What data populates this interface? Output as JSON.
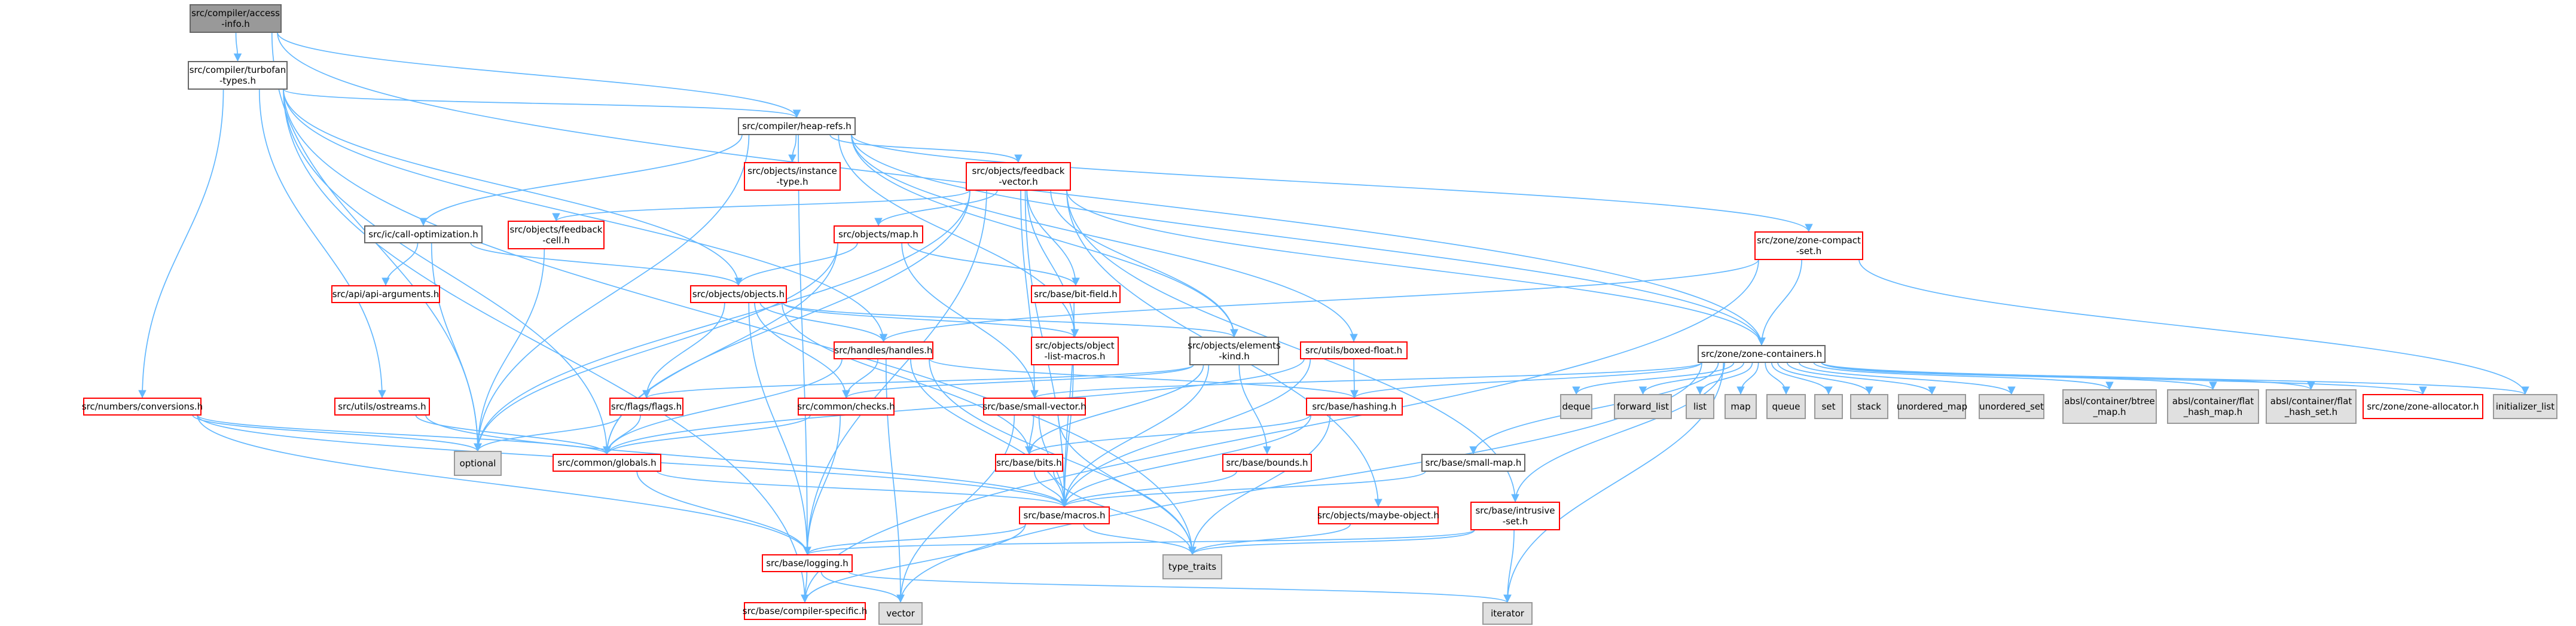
{
  "diagram": {
    "type": "include-dependency-graph",
    "colors": {
      "background": "#ffffff",
      "edge": "#63b8ff",
      "root_fill": "#999999",
      "root_border": "#666666",
      "local_fill": "#ffffff",
      "local_border": "#666666",
      "incomplete_fill": "#ffffff",
      "incomplete_border": "#ff0000",
      "system_fill": "#e0e0e0",
      "system_border": "#999999"
    },
    "nodes": [
      {
        "id": "access_info",
        "kind": "root",
        "lines": [
          "src/compiler/access",
          "-info.h"
        ]
      },
      {
        "id": "turbofan_types",
        "kind": "local",
        "lines": [
          "src/compiler/turbofan",
          "-types.h"
        ]
      },
      {
        "id": "heap_refs",
        "kind": "local",
        "lines": [
          "src/compiler/heap-refs.h"
        ]
      },
      {
        "id": "instance_type",
        "kind": "incomplete",
        "lines": [
          "src/objects/instance",
          "-type.h"
        ]
      },
      {
        "id": "feedback_vector",
        "kind": "incomplete",
        "lines": [
          "src/objects/feedback",
          "-vector.h"
        ]
      },
      {
        "id": "call_optimization",
        "kind": "local",
        "lines": [
          "src/ic/call-optimization.h"
        ]
      },
      {
        "id": "feedback_cell",
        "kind": "incomplete",
        "lines": [
          "src/objects/feedback",
          "-cell.h"
        ]
      },
      {
        "id": "map_h",
        "kind": "incomplete",
        "lines": [
          "src/objects/map.h"
        ]
      },
      {
        "id": "api_arguments",
        "kind": "incomplete",
        "lines": [
          "src/api/api-arguments.h"
        ]
      },
      {
        "id": "objects_h",
        "kind": "incomplete",
        "lines": [
          "src/objects/objects.h"
        ]
      },
      {
        "id": "bit_field",
        "kind": "incomplete",
        "lines": [
          "src/base/bit-field.h"
        ]
      },
      {
        "id": "zone_compact_set",
        "kind": "incomplete",
        "lines": [
          "src/zone/zone-compact",
          "-set.h"
        ]
      },
      {
        "id": "handles",
        "kind": "incomplete",
        "lines": [
          "src/handles/handles.h"
        ]
      },
      {
        "id": "object_list_macros",
        "kind": "incomplete",
        "lines": [
          "src/objects/object",
          "-list-macros.h"
        ]
      },
      {
        "id": "elements_kind",
        "kind": "local",
        "lines": [
          "src/objects/elements",
          "-kind.h"
        ]
      },
      {
        "id": "boxed_float",
        "kind": "incomplete",
        "lines": [
          "src/utils/boxed-float.h"
        ]
      },
      {
        "id": "zone_containers",
        "kind": "local",
        "lines": [
          "src/zone/zone-containers.h"
        ]
      },
      {
        "id": "numbers_conversions",
        "kind": "incomplete",
        "lines": [
          "src/numbers/conversions.h"
        ]
      },
      {
        "id": "ostreams",
        "kind": "incomplete",
        "lines": [
          "src/utils/ostreams.h"
        ]
      },
      {
        "id": "flags",
        "kind": "incomplete",
        "lines": [
          "src/flags/flags.h"
        ]
      },
      {
        "id": "checks",
        "kind": "incomplete",
        "lines": [
          "src/common/checks.h"
        ]
      },
      {
        "id": "small_vector",
        "kind": "incomplete",
        "lines": [
          "src/base/small-vector.h"
        ]
      },
      {
        "id": "hashing",
        "kind": "incomplete",
        "lines": [
          "src/base/hashing.h"
        ]
      },
      {
        "id": "deque",
        "kind": "system",
        "lines": [
          "deque"
        ]
      },
      {
        "id": "forward_list",
        "kind": "system",
        "lines": [
          "forward_list"
        ]
      },
      {
        "id": "list",
        "kind": "system",
        "lines": [
          "list"
        ]
      },
      {
        "id": "map",
        "kind": "system",
        "lines": [
          "map"
        ]
      },
      {
        "id": "queue",
        "kind": "system",
        "lines": [
          "queue"
        ]
      },
      {
        "id": "set",
        "kind": "system",
        "lines": [
          "set"
        ]
      },
      {
        "id": "stack",
        "kind": "system",
        "lines": [
          "stack"
        ]
      },
      {
        "id": "unordered_map",
        "kind": "system",
        "lines": [
          "unordered_map"
        ]
      },
      {
        "id": "unordered_set",
        "kind": "system",
        "lines": [
          "unordered_set"
        ]
      },
      {
        "id": "btree_map",
        "kind": "system",
        "lines": [
          "absl/container/btree",
          "_map.h"
        ]
      },
      {
        "id": "flat_hash_map",
        "kind": "system",
        "lines": [
          "absl/container/flat",
          "_hash_map.h"
        ]
      },
      {
        "id": "flat_hash_set",
        "kind": "system",
        "lines": [
          "absl/container/flat",
          "_hash_set.h"
        ]
      },
      {
        "id": "zone_allocator",
        "kind": "incomplete",
        "lines": [
          "src/zone/zone-allocator.h"
        ]
      },
      {
        "id": "initializer_list",
        "kind": "system",
        "lines": [
          "initializer_list"
        ]
      },
      {
        "id": "optional",
        "kind": "system",
        "lines": [
          "optional"
        ]
      },
      {
        "id": "globals",
        "kind": "incomplete",
        "lines": [
          "src/common/globals.h"
        ]
      },
      {
        "id": "bits",
        "kind": "incomplete",
        "lines": [
          "src/base/bits.h"
        ]
      },
      {
        "id": "bounds",
        "kind": "incomplete",
        "lines": [
          "src/base/bounds.h"
        ]
      },
      {
        "id": "small_map",
        "kind": "local",
        "lines": [
          "src/base/small-map.h"
        ]
      },
      {
        "id": "macros",
        "kind": "incomplete",
        "lines": [
          "src/base/macros.h"
        ]
      },
      {
        "id": "maybe_object",
        "kind": "incomplete",
        "lines": [
          "src/objects/maybe-object.h"
        ]
      },
      {
        "id": "intrusive_set",
        "kind": "incomplete",
        "lines": [
          "src/base/intrusive",
          "-set.h"
        ]
      },
      {
        "id": "type_traits",
        "kind": "system",
        "lines": [
          "type_traits"
        ]
      },
      {
        "id": "logging",
        "kind": "incomplete",
        "lines": [
          "src/base/logging.h"
        ]
      },
      {
        "id": "vector",
        "kind": "system",
        "lines": [
          "vector"
        ]
      },
      {
        "id": "iterator",
        "kind": "system",
        "lines": [
          "iterator"
        ]
      },
      {
        "id": "compiler_specific",
        "kind": "incomplete",
        "lines": [
          "src/base/compiler-specific.h"
        ]
      }
    ],
    "edges": [
      [
        "access_info",
        "turbofan_types"
      ],
      [
        "access_info",
        "heap_refs"
      ],
      [
        "access_info",
        "optional"
      ],
      [
        "access_info",
        "zone_containers"
      ],
      [
        "turbofan_types",
        "heap_refs"
      ],
      [
        "turbofan_types",
        "numbers_conversions"
      ],
      [
        "turbofan_types",
        "objects_h"
      ],
      [
        "turbofan_types",
        "ostreams"
      ],
      [
        "turbofan_types",
        "handles"
      ],
      [
        "turbofan_types",
        "globals"
      ],
      [
        "turbofan_types",
        "compiler_specific"
      ],
      [
        "turbofan_types",
        "type_traits"
      ],
      [
        "heap_refs",
        "instance_type"
      ],
      [
        "heap_refs",
        "feedback_vector"
      ],
      [
        "heap_refs",
        "call_optimization"
      ],
      [
        "heap_refs",
        "object_list_macros"
      ],
      [
        "heap_refs",
        "elements_kind"
      ],
      [
        "heap_refs",
        "boxed_float"
      ],
      [
        "heap_refs",
        "zone_compact_set"
      ],
      [
        "heap_refs",
        "optional"
      ],
      [
        "heap_refs",
        "logging"
      ],
      [
        "heap_refs",
        "zone_containers"
      ],
      [
        "feedback_vector",
        "feedback_cell"
      ],
      [
        "feedback_vector",
        "map_h"
      ],
      [
        "feedback_vector",
        "bit_field"
      ],
      [
        "feedback_vector",
        "elements_kind"
      ],
      [
        "feedback_vector",
        "object_list_macros"
      ],
      [
        "feedback_vector",
        "small_vector"
      ],
      [
        "feedback_vector",
        "macros"
      ],
      [
        "feedback_vector",
        "globals"
      ],
      [
        "feedback_vector",
        "optional"
      ],
      [
        "feedback_vector",
        "zone_containers"
      ],
      [
        "feedback_vector",
        "maybe_object"
      ],
      [
        "feedback_vector",
        "intrusive_set"
      ],
      [
        "feedback_vector",
        "logging"
      ],
      [
        "call_optimization",
        "api_arguments"
      ],
      [
        "call_optimization",
        "objects_h"
      ],
      [
        "call_optimization",
        "optional"
      ],
      [
        "feedback_cell",
        "optional"
      ],
      [
        "map_h",
        "objects_h"
      ],
      [
        "map_h",
        "bit_field"
      ],
      [
        "map_h",
        "small_vector"
      ],
      [
        "map_h",
        "globals"
      ],
      [
        "map_h",
        "optional"
      ],
      [
        "objects_h",
        "handles"
      ],
      [
        "objects_h",
        "object_list_macros"
      ],
      [
        "objects_h",
        "elements_kind"
      ],
      [
        "objects_h",
        "flags"
      ],
      [
        "objects_h",
        "checks"
      ],
      [
        "objects_h",
        "bits"
      ],
      [
        "objects_h",
        "logging"
      ],
      [
        "bit_field",
        "macros"
      ],
      [
        "zone_compact_set",
        "zone_containers"
      ],
      [
        "zone_compact_set",
        "handles"
      ],
      [
        "zone_compact_set",
        "initializer_list"
      ],
      [
        "zone_compact_set",
        "compiler_specific"
      ],
      [
        "handles",
        "checks"
      ],
      [
        "handles",
        "globals"
      ],
      [
        "handles",
        "macros"
      ],
      [
        "handles",
        "hashing"
      ],
      [
        "handles",
        "vector"
      ],
      [
        "handles",
        "type_traits"
      ],
      [
        "object_list_macros",
        "macros"
      ],
      [
        "elements_kind",
        "checks"
      ],
      [
        "elements_kind",
        "flags"
      ],
      [
        "elements_kind",
        "bounds"
      ],
      [
        "elements_kind",
        "bits"
      ],
      [
        "elements_kind",
        "macros"
      ],
      [
        "boxed_float",
        "hashing"
      ],
      [
        "boxed_float",
        "globals"
      ],
      [
        "boxed_float",
        "macros"
      ],
      [
        "zone_containers",
        "deque"
      ],
      [
        "zone_containers",
        "forward_list"
      ],
      [
        "zone_containers",
        "list"
      ],
      [
        "zone_containers",
        "map"
      ],
      [
        "zone_containers",
        "queue"
      ],
      [
        "zone_containers",
        "set"
      ],
      [
        "zone_containers",
        "stack"
      ],
      [
        "zone_containers",
        "unordered_map"
      ],
      [
        "zone_containers",
        "unordered_set"
      ],
      [
        "zone_containers",
        "btree_map"
      ],
      [
        "zone_containers",
        "flat_hash_map"
      ],
      [
        "zone_containers",
        "flat_hash_set"
      ],
      [
        "zone_containers",
        "zone_allocator"
      ],
      [
        "zone_containers",
        "initializer_list"
      ],
      [
        "zone_containers",
        "small_vector"
      ],
      [
        "zone_containers",
        "hashing"
      ],
      [
        "zone_containers",
        "small_map"
      ],
      [
        "zone_containers",
        "intrusive_set"
      ],
      [
        "zone_containers",
        "iterator"
      ],
      [
        "zone_containers",
        "vector"
      ],
      [
        "numbers_conversions",
        "optional"
      ],
      [
        "numbers_conversions",
        "globals"
      ],
      [
        "numbers_conversions",
        "macros"
      ],
      [
        "numbers_conversions",
        "logging"
      ],
      [
        "ostreams",
        "globals"
      ],
      [
        "ostreams",
        "macros"
      ],
      [
        "flags",
        "globals"
      ],
      [
        "flags",
        "optional"
      ],
      [
        "checks",
        "globals"
      ],
      [
        "checks",
        "logging"
      ],
      [
        "small_vector",
        "bits"
      ],
      [
        "small_vector",
        "macros"
      ],
      [
        "small_vector",
        "vector"
      ],
      [
        "small_vector",
        "type_traits"
      ],
      [
        "hashing",
        "bits"
      ],
      [
        "hashing",
        "macros"
      ],
      [
        "hashing",
        "type_traits"
      ],
      [
        "globals",
        "macros"
      ],
      [
        "globals",
        "logging"
      ],
      [
        "bits",
        "macros"
      ],
      [
        "bits",
        "type_traits"
      ],
      [
        "bounds",
        "macros"
      ],
      [
        "small_map",
        "macros"
      ],
      [
        "macros",
        "logging"
      ],
      [
        "macros",
        "compiler_specific"
      ],
      [
        "macros",
        "type_traits"
      ],
      [
        "maybe_object",
        "type_traits"
      ],
      [
        "intrusive_set",
        "type_traits"
      ],
      [
        "intrusive_set",
        "iterator"
      ],
      [
        "intrusive_set",
        "logging"
      ],
      [
        "logging",
        "compiler_specific"
      ],
      [
        "logging",
        "vector"
      ],
      [
        "logging",
        "iterator"
      ]
    ]
  }
}
